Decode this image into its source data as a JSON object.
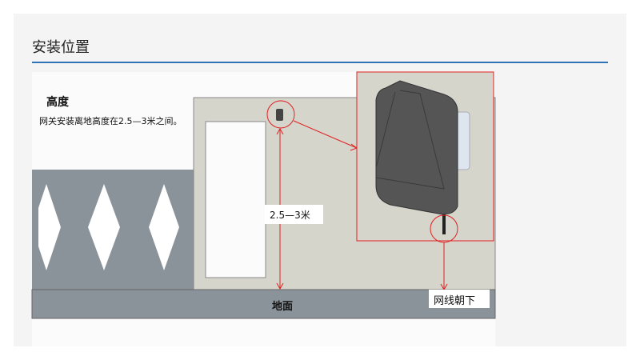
{
  "page": {
    "title": "安装位置"
  },
  "figure": {
    "heading": "高度",
    "description": "网关安装离地高度在2.5—3米之间。",
    "height_label": "2.5—3米",
    "ground_label": "地面",
    "cable_label": "网线朝下"
  },
  "colors": {
    "accent": "#2e75b6",
    "annotation": "#e02020",
    "wall": "#d6d5cc",
    "ground": "#8a929a"
  }
}
